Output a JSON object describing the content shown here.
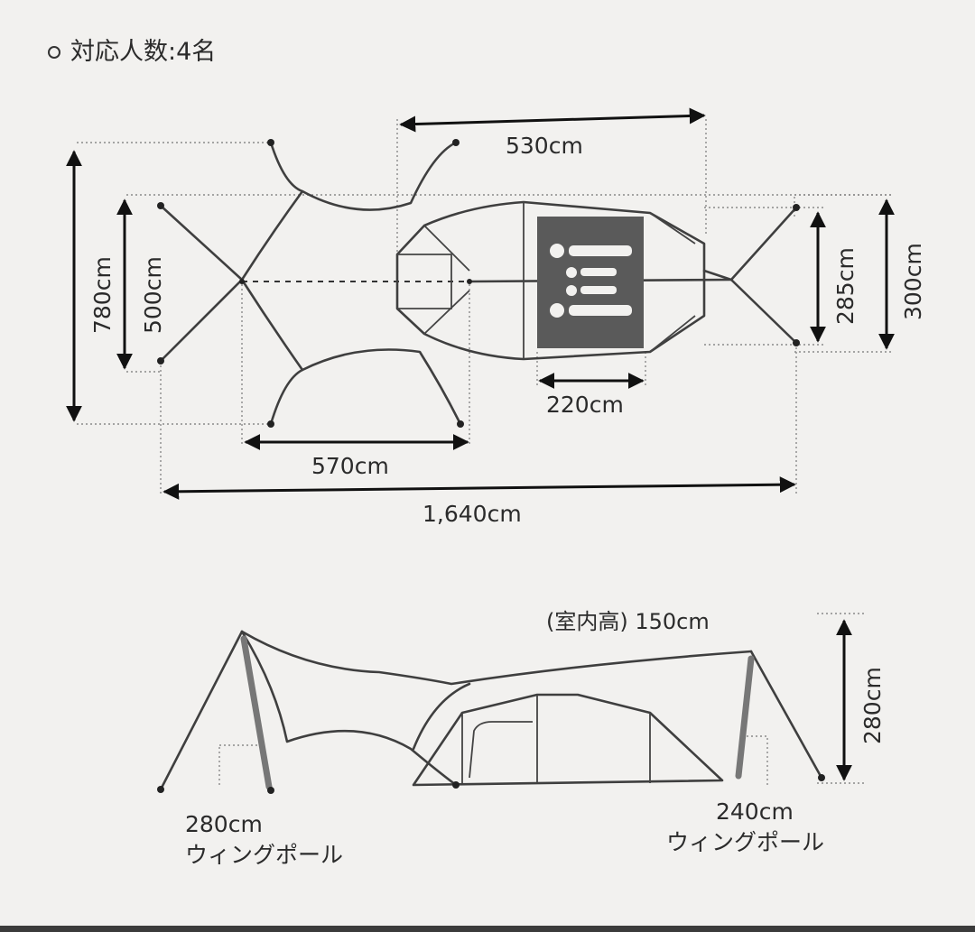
{
  "header": {
    "capacity_text": "対応人数:4名"
  },
  "top_view": {
    "width_total": "530cm",
    "height_780": "780cm",
    "height_500": "500cm",
    "height_285": "285cm",
    "height_300": "300cm",
    "inner_220": "220cm",
    "span_570": "570cm",
    "length_total": "1,640cm"
  },
  "side_view": {
    "inner_height": "(室内高) 150cm",
    "total_height": "280cm",
    "left_pole_size": "280cm",
    "left_pole_label": "ウィングポール",
    "right_pole_size": "240cm",
    "right_pole_label": "ウィングポール"
  },
  "colors": {
    "background": "#f2f1ef",
    "line": "#3f3f3f",
    "inner_panel": "#5a5a5a",
    "pole": "#777777"
  }
}
